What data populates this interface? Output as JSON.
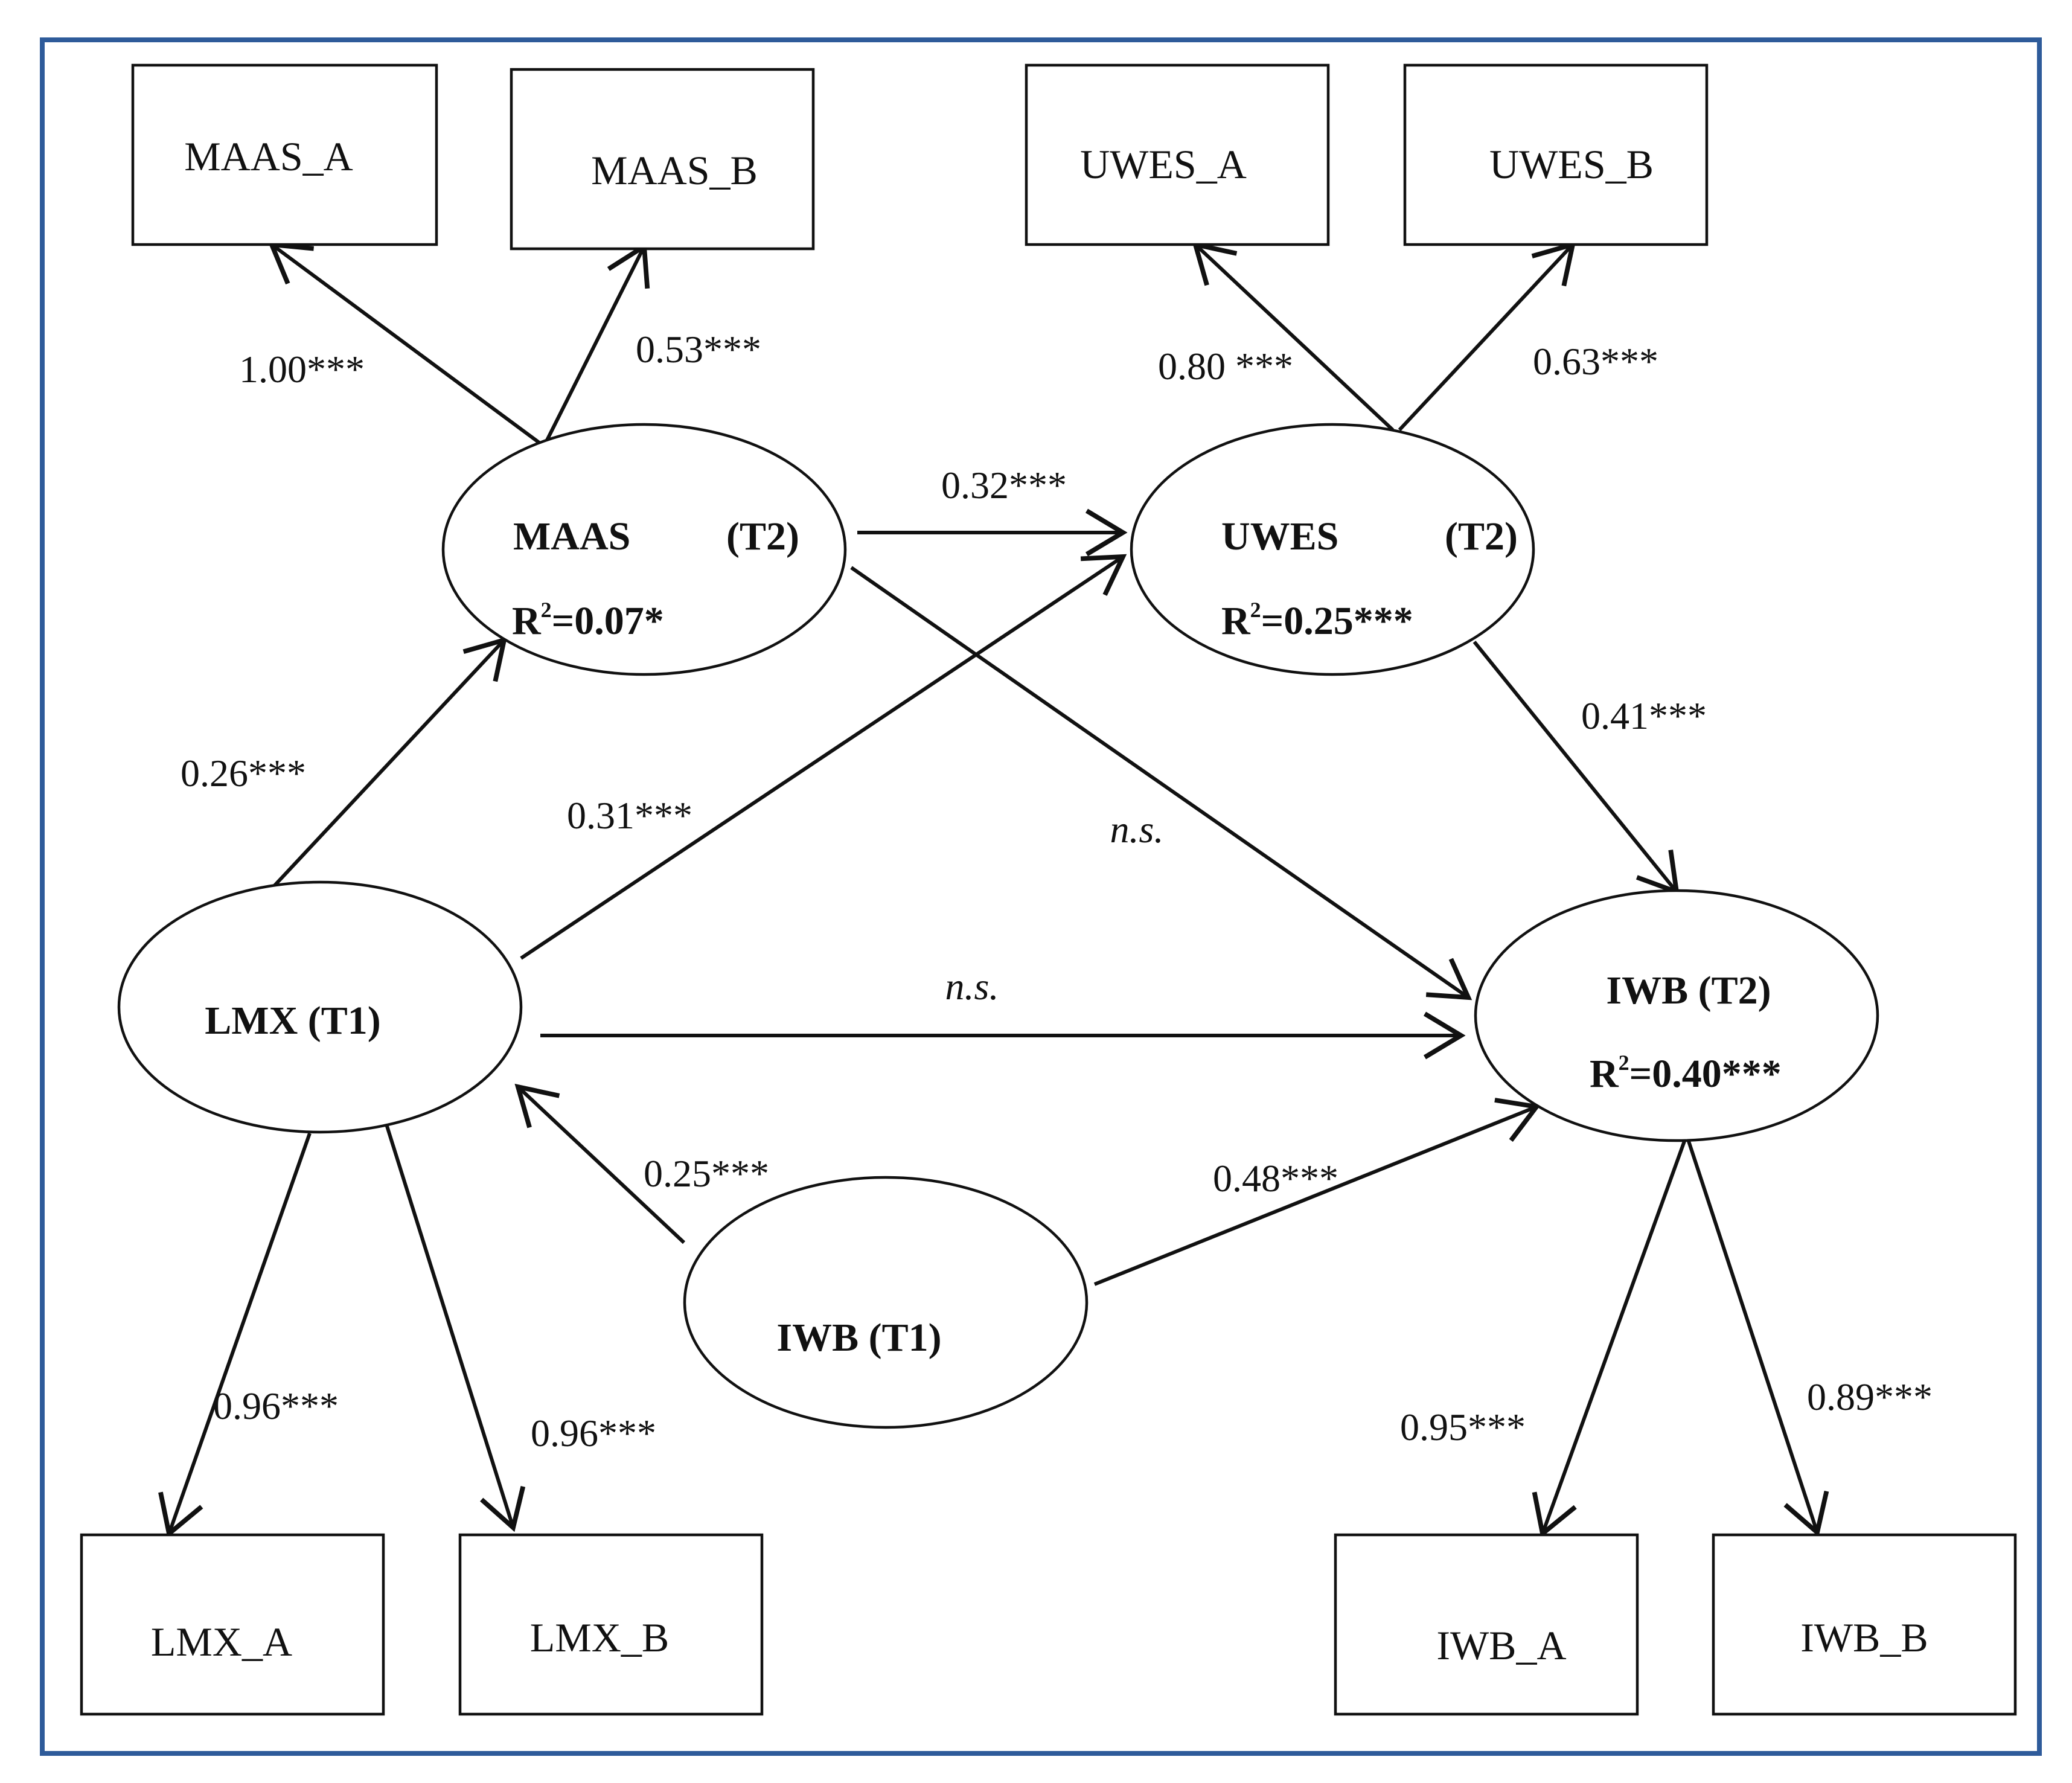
{
  "frame": {
    "border_color": "#2e5b9a"
  },
  "indicators": {
    "maas_a": "MAAS_A",
    "maas_b": "MAAS_B",
    "uwes_a": "UWES_A",
    "uwes_b": "UWES_B",
    "lmx_a": "LMX_A",
    "lmx_b": "LMX_B",
    "iwb_a": "IWB_A",
    "iwb_b": "IWB_B"
  },
  "latents": {
    "maas": {
      "name": "MAAS",
      "time": "(T2)",
      "r2_prefix": "R",
      "r2_sup": "2",
      "r2_value": "=0.07*"
    },
    "uwes": {
      "name": "UWES",
      "time": "(T2)",
      "r2_prefix": "R",
      "r2_sup": "2",
      "r2_value": "=0.25***"
    },
    "lmx_t1": {
      "name": "LMX (T1)"
    },
    "iwb_t2": {
      "name": "IWB (T2)",
      "r2_prefix": "R",
      "r2_sup": "2",
      "r2_value": "=0.40***"
    },
    "iwb_t1": {
      "name": "IWB (T1)"
    }
  },
  "coefficients": {
    "maas_to_maas_a": "1.00***",
    "maas_to_maas_b": "0.53***",
    "uwes_to_uwes_a": "0.80 ***",
    "uwes_to_uwes_b": "0.63***",
    "maas_to_uwes": "0.32***",
    "uwes_to_iwb_t2": "0.41***",
    "lmx_to_maas": "0.26***",
    "lmx_to_uwes": "0.31***",
    "maas_to_iwb_t2": "n.s.",
    "lmx_to_iwb_t2": "n.s.",
    "iwb_t1_to_lmx": "0.25***",
    "iwb_t1_to_iwb_t2": "0.48***",
    "lmx_to_lmx_a": "0.96***",
    "lmx_to_lmx_b": "0.96***",
    "iwb_t2_to_iwb_a": "0.95***",
    "iwb_t2_to_iwb_b": "0.89***"
  }
}
